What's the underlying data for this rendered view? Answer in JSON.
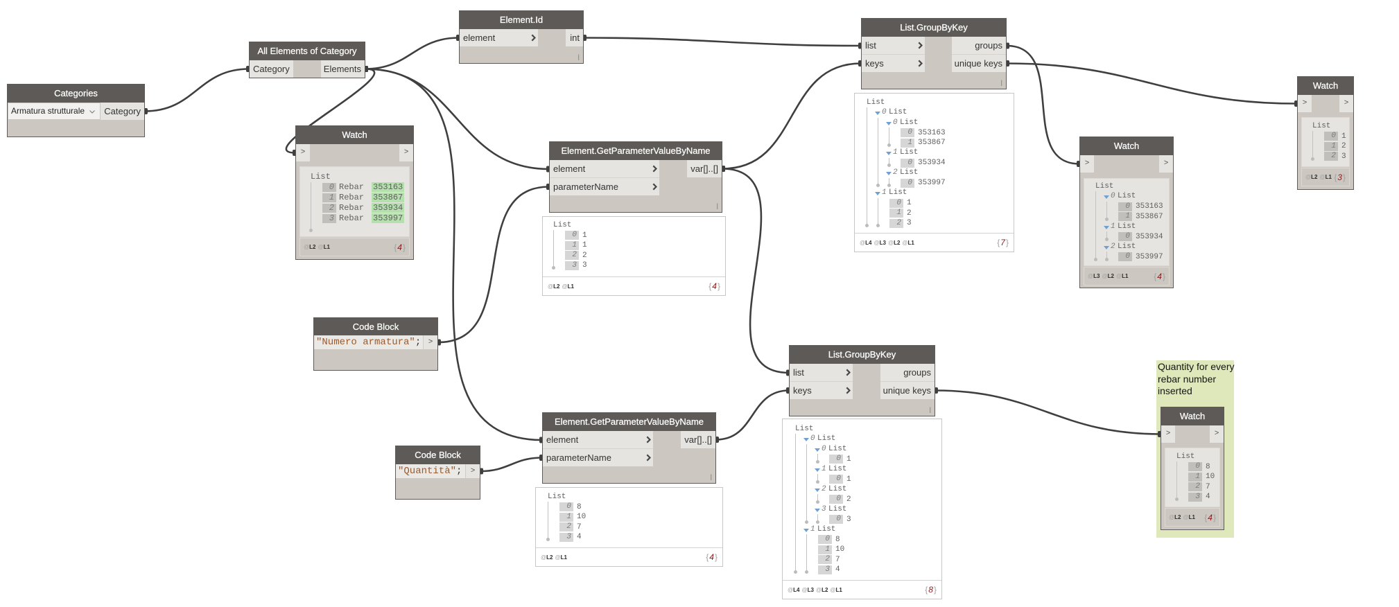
{
  "theme": {
    "node_header": "#5d5a57",
    "node_body": "#ccc8c1",
    "port_background": "#e6e4e0",
    "wire": "#3f3f3f",
    "element_highlight": "#b5e0ad",
    "list_count": "#8b1a1a",
    "tree_toggle": "#6f9fd3",
    "code_string": "#9a5a2e"
  },
  "icons": {
    "input_port_menu": "chevron-right-icon",
    "dropdown": "chevron-down-icon",
    "list_toggle": "triangle-down-icon",
    "connector_end": "wire-pin"
  },
  "format": {
    "level_prefix": "@",
    "count_open": "{",
    "count_close": "}"
  },
  "nodes": {
    "categories": {
      "title": "Categories",
      "dropdown": {
        "selected": "Armatura strutturale"
      },
      "outputs": [
        "Category"
      ]
    },
    "all_elements_of_category": {
      "title": "All Elements of Category",
      "inputs": [
        "Category"
      ],
      "outputs": [
        "Elements"
      ]
    },
    "element_id": {
      "title": "Element.Id",
      "inputs": [
        "element"
      ],
      "outputs": [
        "int"
      ],
      "lacing": "|"
    },
    "watch_elements": {
      "title": "Watch",
      "inputs": [
        ">"
      ],
      "outputs": [
        ">"
      ],
      "preview": {
        "root": {
          "label": "List",
          "items": [
            {
              "index": 0,
              "type": "Rebar",
              "value": 353163,
              "element": true
            },
            {
              "index": 1,
              "type": "Rebar",
              "value": 353867,
              "element": true
            },
            {
              "index": 2,
              "type": "Rebar",
              "value": 353934,
              "element": true
            },
            {
              "index": 3,
              "type": "Rebar",
              "value": 353997,
              "element": true
            }
          ]
        },
        "levels": [
          "L2",
          "L1"
        ],
        "count": 4
      }
    },
    "code_block_numero": {
      "title": "Code Block",
      "code": {
        "literal": "\"Numero armatura\"",
        "terminator": ";"
      },
      "outputs": [
        ">"
      ]
    },
    "get_parameter_numero": {
      "title": "Element.GetParameterValueByName",
      "inputs": [
        "element",
        "parameterName"
      ],
      "outputs": [
        "var[]..[]"
      ],
      "lacing": "|",
      "preview": {
        "root": {
          "label": "List",
          "items": [
            {
              "index": 0,
              "value": 1
            },
            {
              "index": 1,
              "value": 1
            },
            {
              "index": 2,
              "value": 2
            },
            {
              "index": 3,
              "value": 3
            }
          ]
        },
        "levels": [
          "L2",
          "L1"
        ],
        "count": 4
      }
    },
    "code_block_quantita": {
      "title": "Code Block",
      "code": {
        "literal": "\"Quantità\"",
        "terminator": ";"
      },
      "outputs": [
        ">"
      ]
    },
    "get_parameter_quantita": {
      "title": "Element.GetParameterValueByName",
      "inputs": [
        "element",
        "parameterName"
      ],
      "outputs": [
        "var[]..[]"
      ],
      "lacing": "|",
      "preview": {
        "root": {
          "label": "List",
          "items": [
            {
              "index": 0,
              "value": 8
            },
            {
              "index": 1,
              "value": 10
            },
            {
              "index": 2,
              "value": 7
            },
            {
              "index": 3,
              "value": 4
            }
          ]
        },
        "levels": [
          "L2",
          "L1"
        ],
        "count": 4
      }
    },
    "group_by_key_ids": {
      "title": "List.GroupByKey",
      "inputs": [
        "list",
        "keys"
      ],
      "outputs": [
        "groups",
        "unique keys"
      ],
      "lacing": "|",
      "preview": {
        "root": {
          "label": "List",
          "items": [
            {
              "index": 0,
              "label": "List",
              "items": [
                {
                  "index": 0,
                  "label": "List",
                  "items": [
                    {
                      "index": 0,
                      "value": 353163
                    },
                    {
                      "index": 1,
                      "value": 353867
                    }
                  ]
                },
                {
                  "index": 1,
                  "label": "List",
                  "items": [
                    {
                      "index": 0,
                      "value": 353934
                    }
                  ]
                },
                {
                  "index": 2,
                  "label": "List",
                  "items": [
                    {
                      "index": 0,
                      "value": 353997
                    }
                  ]
                }
              ]
            },
            {
              "index": 1,
              "label": "List",
              "items": [
                {
                  "index": 0,
                  "value": 1
                },
                {
                  "index": 1,
                  "value": 2
                },
                {
                  "index": 2,
                  "value": 3
                }
              ]
            }
          ]
        },
        "levels": [
          "L4",
          "L3",
          "L2",
          "L1"
        ],
        "count": 7
      }
    },
    "group_by_key_quantities": {
      "title": "List.GroupByKey",
      "inputs": [
        "list",
        "keys"
      ],
      "outputs": [
        "groups",
        "unique keys"
      ],
      "lacing": "|",
      "preview": {
        "root": {
          "label": "List",
          "items": [
            {
              "index": 0,
              "label": "List",
              "items": [
                {
                  "index": 0,
                  "label": "List",
                  "items": [
                    {
                      "index": 0,
                      "value": 1
                    }
                  ]
                },
                {
                  "index": 1,
                  "label": "List",
                  "items": [
                    {
                      "index": 0,
                      "value": 1
                    }
                  ]
                },
                {
                  "index": 2,
                  "label": "List",
                  "items": [
                    {
                      "index": 0,
                      "value": 2
                    }
                  ]
                },
                {
                  "index": 3,
                  "label": "List",
                  "items": [
                    {
                      "index": 0,
                      "value": 3
                    }
                  ]
                }
              ]
            },
            {
              "index": 1,
              "label": "List",
              "items": [
                {
                  "index": 0,
                  "value": 8
                },
                {
                  "index": 1,
                  "value": 10
                },
                {
                  "index": 2,
                  "value": 7
                },
                {
                  "index": 3,
                  "value": 4
                }
              ]
            }
          ]
        },
        "levels": [
          "L4",
          "L3",
          "L2",
          "L1"
        ],
        "count": 8
      }
    },
    "watch_groups": {
      "title": "Watch",
      "inputs": [
        ">"
      ],
      "outputs": [
        ">"
      ],
      "preview": {
        "root": {
          "label": "List",
          "items": [
            {
              "index": 0,
              "label": "List",
              "items": [
                {
                  "index": 0,
                  "value": 353163
                },
                {
                  "index": 1,
                  "value": 353867
                }
              ]
            },
            {
              "index": 1,
              "label": "List",
              "items": [
                {
                  "index": 0,
                  "value": 353934
                }
              ]
            },
            {
              "index": 2,
              "label": "List",
              "items": [
                {
                  "index": 0,
                  "value": 353997
                }
              ]
            }
          ]
        },
        "levels": [
          "L3",
          "L2",
          "L1"
        ],
        "count": 4
      }
    },
    "watch_unique_keys": {
      "title": "Watch",
      "inputs": [
        ">"
      ],
      "outputs": [
        ">"
      ],
      "preview": {
        "root": {
          "label": "List",
          "items": [
            {
              "index": 0,
              "value": 1
            },
            {
              "index": 1,
              "value": 2
            },
            {
              "index": 2,
              "value": 3
            }
          ]
        },
        "levels": [
          "L2",
          "L1"
        ],
        "count": 3
      }
    },
    "watch_quantities": {
      "title": "Watch",
      "inputs": [
        ">"
      ],
      "outputs": [
        ">"
      ],
      "preview": {
        "root": {
          "label": "List",
          "items": [
            {
              "index": 0,
              "value": 8
            },
            {
              "index": 1,
              "value": 10
            },
            {
              "index": 2,
              "value": 7
            },
            {
              "index": 3,
              "value": 4
            }
          ]
        },
        "levels": [
          "L2",
          "L1"
        ],
        "count": 4
      }
    }
  },
  "groups": [
    {
      "title": "Quantity for every rebar number inserted",
      "color": "#dfe8bb"
    }
  ],
  "connections": [
    {
      "from": "nodes.categories.outputs.0",
      "to": "nodes.all_elements_of_category.inputs.0"
    },
    {
      "from": "nodes.all_elements_of_category.outputs.0",
      "to": "nodes.element_id.inputs.0"
    },
    {
      "from": "nodes.all_elements_of_category.outputs.0",
      "to": "nodes.watch_elements.inputs.0"
    },
    {
      "from": "nodes.all_elements_of_category.outputs.0",
      "to": "nodes.get_parameter_numero.inputs.0"
    },
    {
      "from": "nodes.all_elements_of_category.outputs.0",
      "to": "nodes.get_parameter_quantita.inputs.0"
    },
    {
      "from": "nodes.element_id.outputs.0",
      "to": "nodes.group_by_key_ids.inputs.0"
    },
    {
      "from": "nodes.code_block_numero.outputs.0",
      "to": "nodes.get_parameter_numero.inputs.1"
    },
    {
      "from": "nodes.get_parameter_numero.outputs.0",
      "to": "nodes.group_by_key_ids.inputs.1"
    },
    {
      "from": "nodes.get_parameter_numero.outputs.0",
      "to": "nodes.group_by_key_quantities.inputs.0"
    },
    {
      "from": "nodes.code_block_quantita.outputs.0",
      "to": "nodes.get_parameter_quantita.inputs.1"
    },
    {
      "from": "nodes.get_parameter_quantita.outputs.0",
      "to": "nodes.group_by_key_quantities.inputs.1"
    },
    {
      "from": "nodes.group_by_key_ids.outputs.0",
      "to": "nodes.watch_groups.inputs.0"
    },
    {
      "from": "nodes.group_by_key_ids.outputs.1",
      "to": "nodes.watch_unique_keys.inputs.0"
    },
    {
      "from": "nodes.group_by_key_quantities.outputs.1",
      "to": "nodes.watch_quantities.inputs.0"
    }
  ]
}
